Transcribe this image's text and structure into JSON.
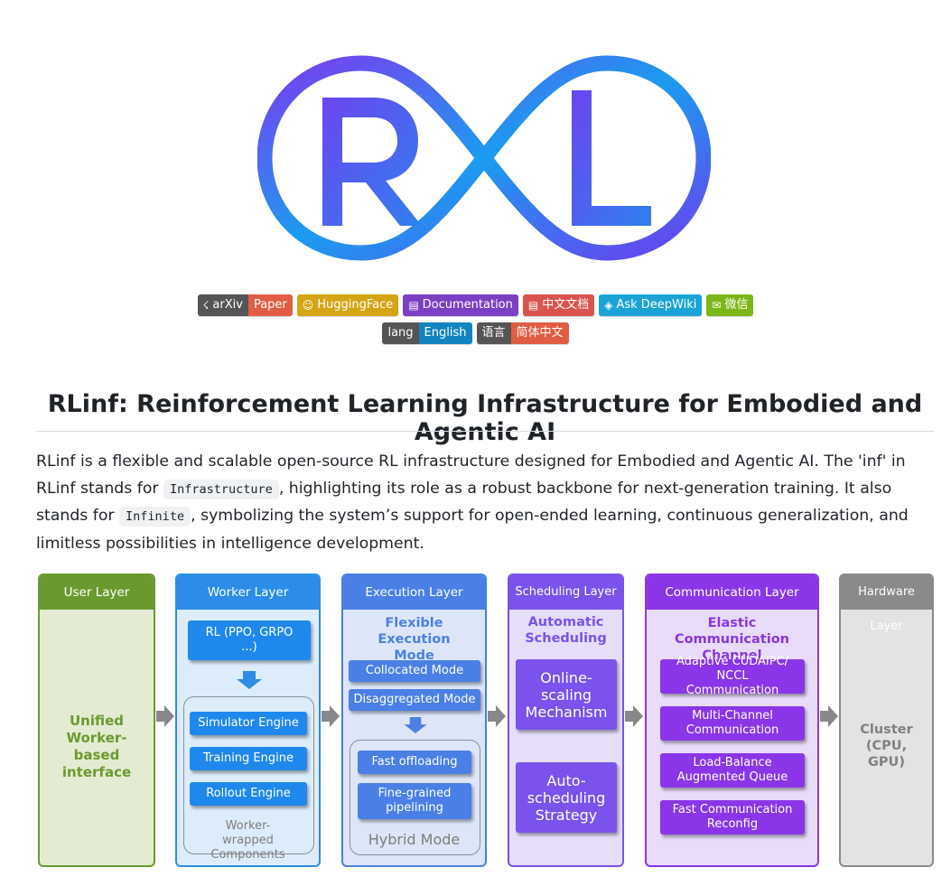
{
  "logo": {
    "text_left": "R",
    "text_right": "L",
    "name": "rl-infinity-logo"
  },
  "badges_row1": [
    {
      "icon": "arxiv-icon",
      "glyph": "☇",
      "left": "arXiv",
      "right": "Paper",
      "lc": "#555555",
      "rc": "#e05d44"
    },
    {
      "icon": "hugging-face-icon",
      "glyph": "☺",
      "left": "HuggingFace",
      "right": "",
      "lc": "#d4a414",
      "rc": ""
    },
    {
      "icon": "book-icon",
      "glyph": "▤",
      "left": "Documentation",
      "right": "",
      "lc": "#7b3fc4",
      "rc": ""
    },
    {
      "icon": "book-icon",
      "glyph": "▤",
      "left": "中文文档",
      "right": "",
      "lc": "#d9534f",
      "rc": ""
    },
    {
      "icon": "layers-icon",
      "glyph": "◈",
      "left": "Ask DeepWiki",
      "right": "",
      "lc": "#1aa3d4",
      "rc": ""
    },
    {
      "icon": "wechat-icon",
      "glyph": "✉",
      "left": "微信",
      "right": "",
      "lc": "#7cb518",
      "rc": ""
    }
  ],
  "badges_row2": [
    {
      "left": "lang",
      "right": "English",
      "lc": "#555555",
      "rc": "#1384bf"
    },
    {
      "left": "语言",
      "right": "简体中文",
      "lc": "#555555",
      "rc": "#e05d44"
    }
  ],
  "title": "RLinf: Reinforcement Learning Infrastructure for Embodied and Agentic AI",
  "desc": {
    "p1": "RLinf is a flexible and scalable open-source RL infrastructure designed for Embodied and Agentic AI. The 'inf' in RLinf stands for ",
    "code1": "Infrastructure",
    "p2": ", highlighting its role as a robust backbone for next-generation training. It also stands for ",
    "code2": "Infinite",
    "p3": ", symbolizing the system’s support for open-ended learning, continuous generalization, and limitless possibilities in intelligence development."
  },
  "diagram": {
    "user": {
      "header": "User Layer",
      "body": "Unified Worker-based interface"
    },
    "worker": {
      "header": "Worker Layer",
      "rl": "RL (PPO, GRPO ...)",
      "engines": [
        "Simulator Engine",
        "Training Engine",
        "Rollout Engine"
      ],
      "group_label": "Worker-wrapped Components"
    },
    "execution": {
      "header": "Execution Layer",
      "subtitle": "Flexible Execution Mode",
      "modes": [
        "Collocated Mode",
        "Disaggregated Mode"
      ],
      "hybrid": [
        "Fast offloading",
        "Fine-grained pipelining"
      ],
      "group_label": "Hybrid Mode"
    },
    "scheduling": {
      "header": "Scheduling Layer",
      "subtitle": "Automatic Scheduling",
      "boxes": [
        "Online-scaling Mechanism",
        "Auto-scheduling Strategy"
      ]
    },
    "communication": {
      "header": "Communication Layer",
      "subtitle": "Elastic Communication Channel",
      "boxes": [
        "Adaptive CUDAIPC/ NCCL Communication",
        "Multi-Channel Communication",
        "Load-Balance Augmented Queue",
        "Fast Communication Reconfig"
      ]
    },
    "hardware": {
      "header": "Hardware Layer",
      "body": "Cluster (CPU, GPU)"
    }
  }
}
